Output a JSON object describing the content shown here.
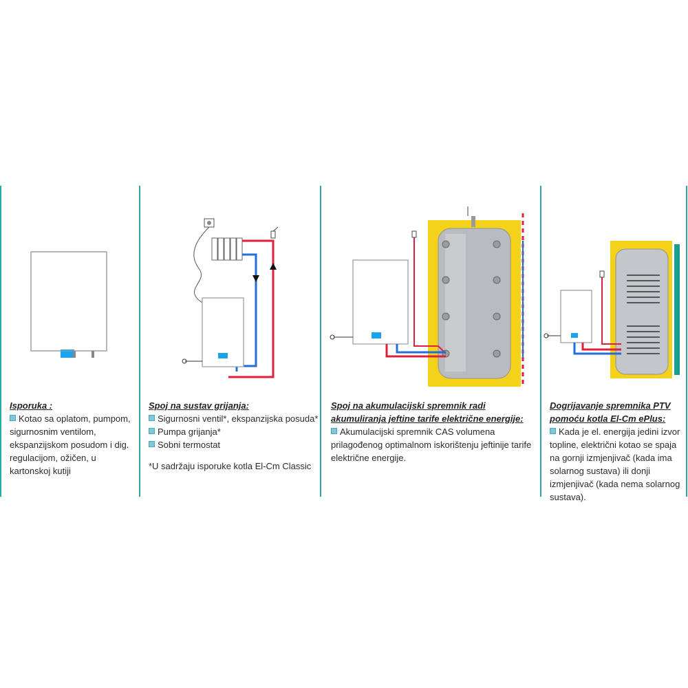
{
  "panels": [
    {
      "title": "Isporuka :",
      "items": [
        "Kotao sa oplatom, pumpom, sigurnosnim ventilom, ekspanzijskom posudom i dig. regulacijom, ožičen, u kartonskoj kutiji"
      ]
    },
    {
      "title": "Spoj na sustav grijanja:",
      "items": [
        "Sigurnosni ventil*, ekspanzijska posuda*",
        "Pumpa grijanja*",
        "Sobni termostat"
      ],
      "note": "*U sadržaju isporuke kotla El-Cm Classic"
    },
    {
      "title_lines": [
        "Spoj na akumulacijski spremnik radi",
        "akumuliranja jeftine tarife električne energije:"
      ],
      "items": [
        "Akumulacijski spremnik CAS volumena prilagođenog optimalnom iskorištenju jeftinije tarife električne energije."
      ]
    },
    {
      "title_lines": [
        "Dogrijavanje spremnika PTV",
        "pomoću kotla El-Cm ePlus:"
      ],
      "items": [
        "Kada je el. energija jedini izvor topline, električni kotao se spaja na gornji izmjenjivač (kada ima solarnog sustava) ili donji izmjenjivač (kada nema solarnog sustava)."
      ]
    }
  ],
  "colors": {
    "divider": "#2aa6a6",
    "hot_pipe": "#e0203a",
    "cold_pipe": "#1f6fd6",
    "insulation": "#f5d21a",
    "display": "#1aa3e8"
  }
}
